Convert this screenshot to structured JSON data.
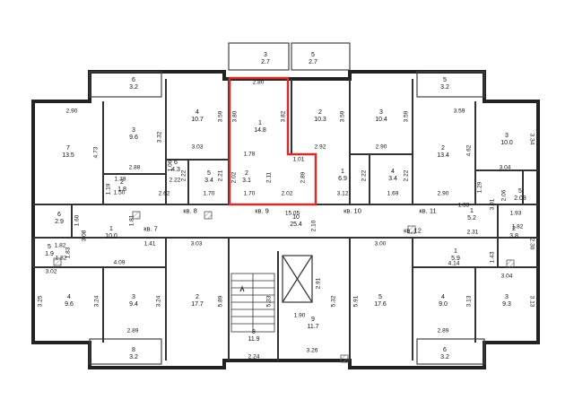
{
  "colors": {
    "highlight": "#d0302c",
    "walls": "#222222",
    "background": "#ffffff"
  },
  "rooms": [
    {
      "n": "7",
      "a": "13.5"
    },
    {
      "n": "3",
      "a": "9.6"
    },
    {
      "n": "4",
      "a": "10.7"
    },
    {
      "n": "1",
      "a": "14.8"
    },
    {
      "n": "2",
      "a": "10.3"
    },
    {
      "n": "3",
      "a": "10.4"
    },
    {
      "n": "2",
      "a": "13.4"
    },
    {
      "n": "3",
      "a": "10.0"
    },
    {
      "n": "5",
      "a": "3.4"
    },
    {
      "n": "2",
      "a": "3.1"
    },
    {
      "n": "1",
      "a": "6.9"
    },
    {
      "n": "4",
      "a": "3.4"
    },
    {
      "n": "2",
      "a": "1.8"
    },
    {
      "n": "6",
      "a": "4.3"
    },
    {
      "n": "6",
      "a": "2.9"
    },
    {
      "n": "1",
      "a": "10.0"
    },
    {
      "n": "10",
      "a": "25.4"
    },
    {
      "n": "1",
      "a": "5.2"
    },
    {
      "n": "2",
      "a": "3.8"
    },
    {
      "n": "5",
      "a": "1.9"
    },
    {
      "n": "1",
      "a": "5.9"
    },
    {
      "n": "4",
      "a": "9.6"
    },
    {
      "n": "3",
      "a": "9.4"
    },
    {
      "n": "2",
      "a": "17.7"
    },
    {
      "n": "5",
      "a": "17.6"
    },
    {
      "n": "4",
      "a": "9.0"
    },
    {
      "n": "3",
      "a": "9.3"
    },
    {
      "n": "8",
      "a": "11.9"
    },
    {
      "n": "9",
      "a": "11.7"
    },
    {
      "n": "6",
      "a": "3.2"
    },
    {
      "n": "3",
      "a": "2.7"
    },
    {
      "n": "5",
      "a": "2.7"
    },
    {
      "n": "5",
      "a": "3.2"
    },
    {
      "n": "8",
      "a": "3.2"
    },
    {
      "n": "6",
      "a": "3.2"
    },
    {
      "n": "5",
      "a": "2.08"
    }
  ],
  "apartments": [
    "кв. 8",
    "кв. 9",
    "кв. 10",
    "кв. 11",
    "кв. 7",
    "кв. 12"
  ],
  "dims_h": [
    "2.90",
    "2.80",
    "3.59",
    "2.88",
    "3.03",
    "1.78",
    "2.92",
    "2.90",
    "1.01",
    "3.04",
    "1.39",
    "1.50",
    "2.62",
    "1.70",
    "1.70",
    "2.02",
    "3.12",
    "1.69",
    "2.90",
    "1.93",
    "1.33",
    "15.05",
    "1.82",
    "1.41",
    "2.31",
    "1.82",
    "3.03",
    "3.00",
    "4.09",
    "1.82",
    "4.14",
    "3.02",
    "3.04",
    "1.90",
    "2.89",
    "2.89",
    "3.26",
    "2.24",
    "2.22"
  ],
  "dims_v": [
    "4.73",
    "3.32",
    "3.59",
    "3.80",
    "3.82",
    "3.59",
    "3.59",
    "4.62",
    "3.34",
    "1.06",
    "1.19",
    "2.22",
    "2.21",
    "2.02",
    "2.11",
    "2.89",
    "2.22",
    "2.22",
    "1.29",
    "3.01",
    "2.06",
    "1.81",
    "1.60",
    "3.08",
    "2.10",
    "1.43",
    "2.30",
    "1.83",
    "2.91",
    "3.25",
    "3.24",
    "3.24",
    "5.89",
    "5.33",
    "5.32",
    "5.91",
    "3.13",
    "3.13"
  ]
}
